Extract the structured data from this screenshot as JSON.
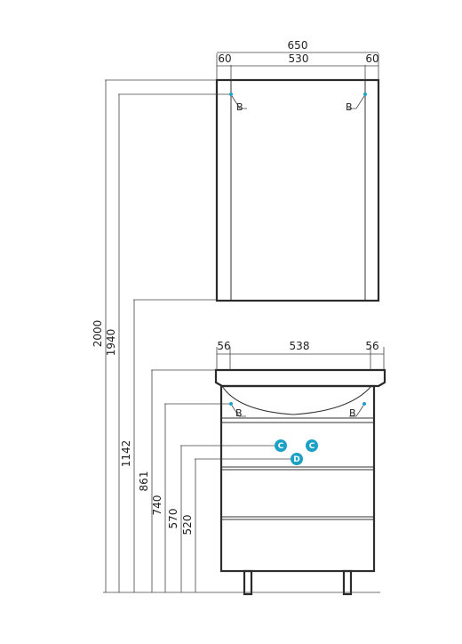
{
  "mirror": {
    "total_width": "650",
    "left_side": "60",
    "center": "530",
    "right_side": "60",
    "mark_left": "B",
    "mark_right": "B"
  },
  "cabinet": {
    "left_side": "56",
    "center": "538",
    "right_side": "56",
    "mark_left": "B",
    "mark_right": "B"
  },
  "heights": {
    "h2000": "2000",
    "h1940": "1940",
    "h1142": "1142",
    "h861": "861",
    "h740": "740",
    "h570": "570",
    "h520": "520"
  },
  "connections": {
    "c_left": "C",
    "c_right": "C",
    "d": "D"
  },
  "colors": {
    "line": "#2a2a2a",
    "connection_fill": "#1ba1c5",
    "mark_dot": "#1ba1c5"
  }
}
